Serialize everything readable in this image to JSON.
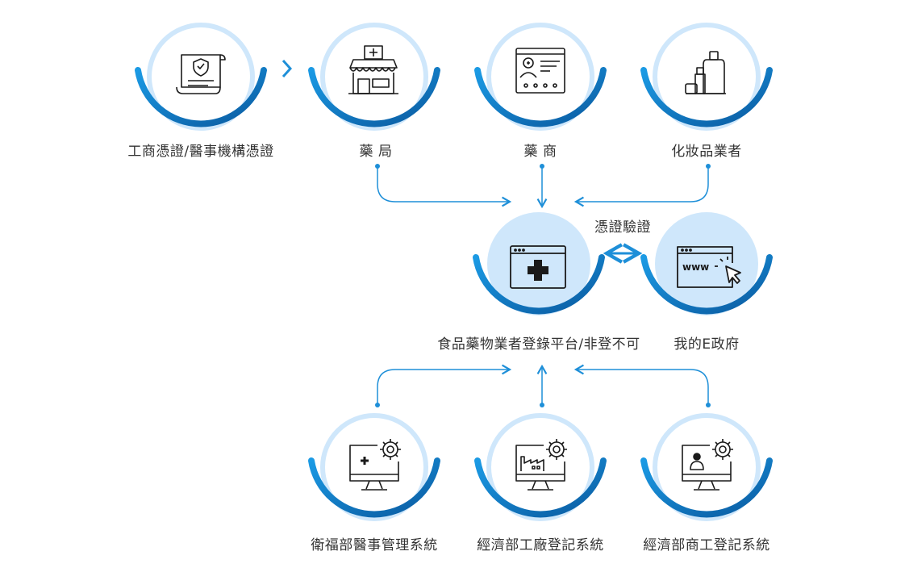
{
  "nodes": {
    "cert": {
      "label": "工商憑證/醫事機構憑證",
      "icon": "certificate-shield-icon"
    },
    "pharmacy": {
      "label": "藥 局",
      "icon": "pharmacy-store-icon"
    },
    "drug_dealer": {
      "label": "藥 商",
      "icon": "pharmacist-id-card-icon"
    },
    "cosmetics": {
      "label": "化妝品業者",
      "icon": "cosmetics-bottles-icon"
    },
    "platform": {
      "label": "食品藥物業者登錄平台/非登不可",
      "icon": "medical-browser-icon"
    },
    "egov": {
      "label": "我的E政府",
      "icon": "www-browser-click-icon"
    },
    "mohw": {
      "label": "衛福部醫事管理系統",
      "icon": "monitor-medical-gear-icon"
    },
    "moea_factory": {
      "label": "經濟部工廠登記系統",
      "icon": "monitor-factory-gear-icon"
    },
    "moea_business": {
      "label": "經濟部商工登記系統",
      "icon": "monitor-person-gear-icon"
    }
  },
  "connector": {
    "verify_label": "憑證驗證"
  },
  "colors": {
    "accent": "#1e8fd8",
    "ring_dark": "#0a5fa6",
    "ring_light": "#cfe7fb",
    "disc": "#cfe7fb",
    "icon": "#1a1a1a"
  }
}
